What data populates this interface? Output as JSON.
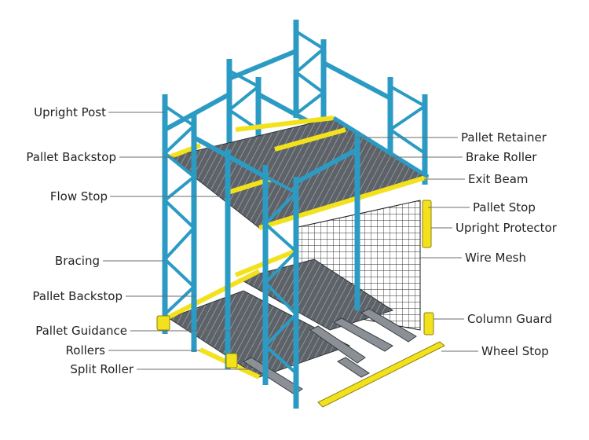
{
  "labels_left": [
    "Upright Post",
    "Pallet Backstop",
    "Flow Stop",
    "Bracing",
    "Pallet Backstop",
    "Pallet Guidance",
    "Rollers",
    "Split Roller"
  ],
  "labels_right": [
    "Pallet Retainer",
    "Brake Roller",
    "Exit Beam",
    "Pallet Stop",
    "Upright Protector",
    "Wire Mesh",
    "Column Guard",
    "Wheel Stop"
  ],
  "colors": {
    "upright": "#2b9bc4",
    "safety_yellow": "#f3e21b",
    "roller_bed": "#5d6268",
    "leader_line": "#6b6b6b"
  }
}
